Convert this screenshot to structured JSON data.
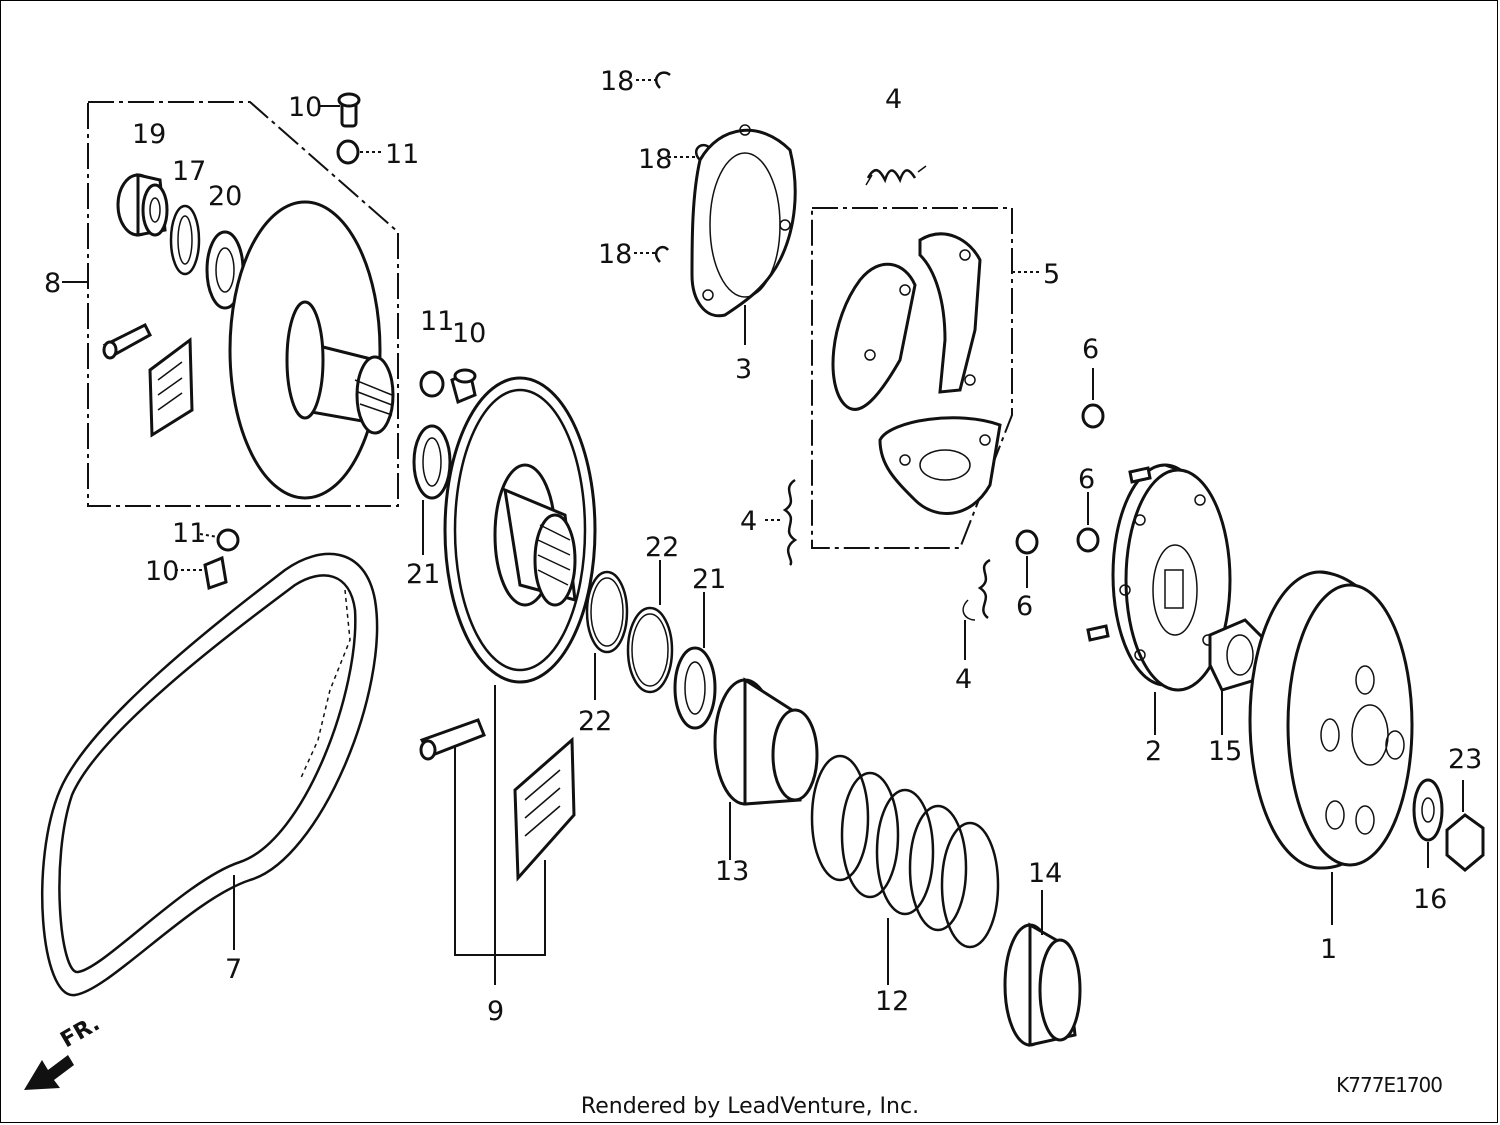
{
  "diagram": {
    "labels": {
      "p1": "1",
      "p2": "2",
      "p3": "3",
      "p4a": "4",
      "p4b": "4",
      "p4c": "4",
      "p5": "5",
      "p6a": "6",
      "p6b": "6",
      "p6c": "6",
      "p7": "7",
      "p8": "8",
      "p9": "9",
      "p10a": "10",
      "p10b": "10",
      "p10c": "10",
      "p11a": "11",
      "p11b": "11",
      "p11c": "11",
      "p12": "12",
      "p13": "13",
      "p14": "14",
      "p15": "15",
      "p16": "16",
      "p17": "17",
      "p18a": "18",
      "p18b": "18",
      "p18c": "18",
      "p19": "19",
      "p20": "20",
      "p21a": "21",
      "p21b": "21",
      "p22a": "22",
      "p22b": "22",
      "p23": "23"
    },
    "direction_label": "FR.",
    "diagram_code": "K777E1700",
    "credit": "Rendered by LeadVenture, Inc."
  }
}
